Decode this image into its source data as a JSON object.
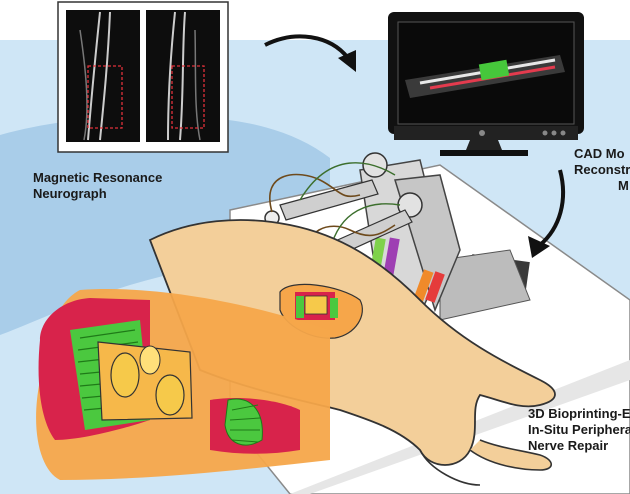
{
  "labels": {
    "mrn": [
      "Magnetic Resonance",
      "Neurograph"
    ],
    "cad": [
      "CAD Mo",
      "Reconstru",
      "M"
    ],
    "bioprinting": [
      "3D Bioprinting-E",
      "In-Situ Periphera",
      "Nerve Repair"
    ]
  },
  "colors": {
    "background_blue": "#cfe6f6",
    "water_blue": "#a9cde9",
    "skin": "#f3cf9a",
    "cutaway_orange": "#f6a64a",
    "muscle_red": "#d8234b",
    "nerve_green": "#4bc83f",
    "monitor_black": "#111111",
    "robot_gray": "#d8d8d8"
  }
}
